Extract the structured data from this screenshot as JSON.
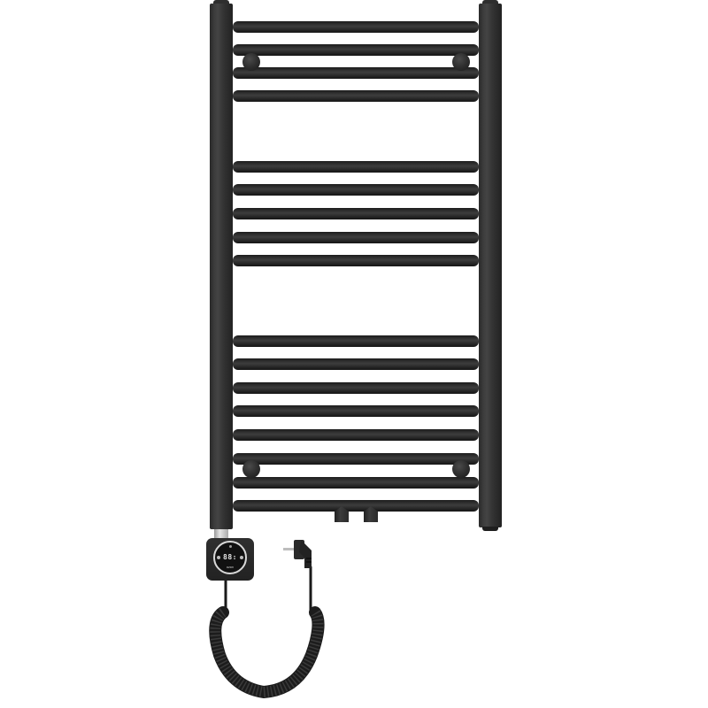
{
  "product": {
    "type": "electric-towel-radiator",
    "finish_color": "#2b2b2b",
    "background_color": "#ffffff",
    "rail_count": 17,
    "rail_groups": [
      {
        "name": "top",
        "rail_y": [
          30,
          56,
          82,
          108
        ]
      },
      {
        "name": "middle",
        "rail_y": [
          188,
          214,
          241,
          268,
          294
        ]
      },
      {
        "name": "bottom",
        "rail_y": [
          385,
          411,
          438,
          464,
          491,
          518,
          545,
          571
        ]
      }
    ],
    "wall_brackets": 4,
    "valves": 2
  },
  "controller": {
    "display_text": "88:",
    "brand_text": "ozon",
    "ring_color": "#d8d8d8"
  },
  "cable": {
    "style": "coiled",
    "plug": "angled-schuko-plug"
  }
}
